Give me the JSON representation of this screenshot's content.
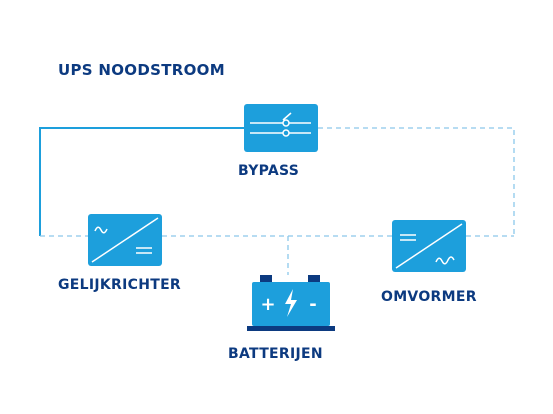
{
  "title": "UPS NOODSTROOM",
  "labels": {
    "bypass": "BYPASS",
    "rectifier": "GELIJKRICHTER",
    "inverter": "OMVORMER",
    "battery": "BATTERIJEN"
  },
  "battery_symbols": {
    "plus": "+",
    "minus": "-"
  },
  "colors": {
    "primary": "#1d9fdc",
    "line_dashed": "#8cc8ea",
    "text": "#0c3a80",
    "white": "#ffffff"
  }
}
